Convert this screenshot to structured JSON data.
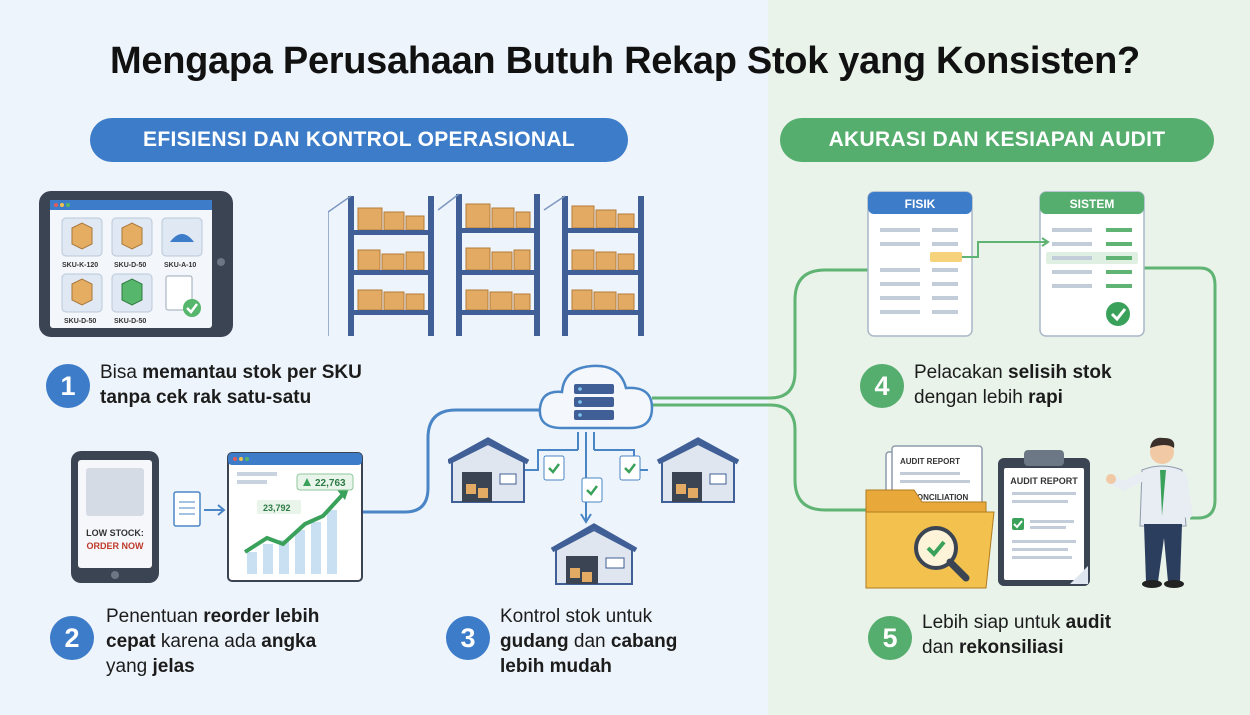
{
  "title": "Mengapa Perusahaan Butuh Rekap Stok yang Konsisten?",
  "sections": {
    "left": {
      "label": "EFISIENSI DAN KONTROL OPERASIONAL",
      "color": "#3d7cc9"
    },
    "right": {
      "label": "AKURASI DAN KESIAPAN AUDIT",
      "color": "#55ad6e"
    }
  },
  "tablet": {
    "sku_labels": [
      "SKU-K-120",
      "SKU-D-50",
      "SKU-A-10",
      "SKU-D-50",
      "SKU-D-50"
    ]
  },
  "phone": {
    "line1": "LOW STOCK:",
    "line2": "ORDER NOW"
  },
  "chart_window": {
    "value_top": "22,763",
    "value_mid": "23,792"
  },
  "compare": {
    "left_header": "FISIK",
    "right_header": "SISTEM"
  },
  "audit": {
    "doc1_title": "AUDIT REPORT",
    "doc1_sub": "RECONCILIATION",
    "clipboard_title": "AUDIT REPORT"
  },
  "points": [
    {
      "num": "1",
      "l1a": "Bisa ",
      "l1b": "memantau stok per SKU",
      "l2a": "",
      "l2b": "tanpa cek rak satu-satu"
    },
    {
      "num": "2",
      "l1a": "Penentuan ",
      "l1b": "reorder lebih",
      "l2a": "",
      "l2b": "cepat",
      "l2c": " karena ada ",
      "l2d": "angka",
      "l3a": "yang ",
      "l3b": "jelas"
    },
    {
      "num": "3",
      "l1a": "Kontrol stok untuk",
      "l2a": "gudang",
      "l2b": " dan ",
      "l2c": "cabang",
      "l3a": "lebih mudah"
    },
    {
      "num": "4",
      "l1a": "Pelacakan ",
      "l1b": "selisih stok",
      "l2a": "dengan lebih ",
      "l2b": "rapi"
    },
    {
      "num": "5",
      "l1a": "Lebih siap untuk ",
      "l1b": "audit",
      "l2a": "dan ",
      "l2b": "rekonsiliasi"
    }
  ]
}
